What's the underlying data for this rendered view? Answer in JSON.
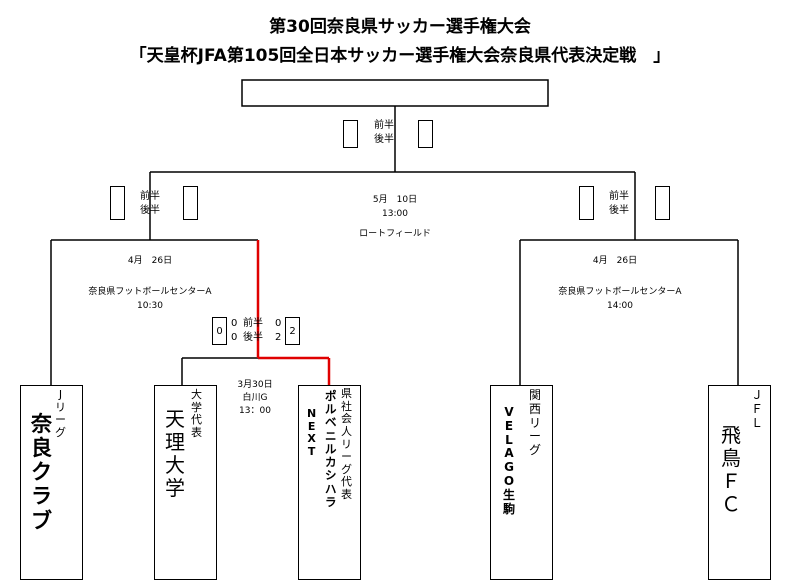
{
  "title_line1": "第30回奈良県サッカー選手権大会",
  "title_line2": "「天皇杯JFA第105回全日本サッカー選手権大会奈良県代表決定戦　」",
  "final": {
    "date": "5月　10日",
    "time": "13:00",
    "venue": "ロートフィールド",
    "first_half": "前半",
    "second_half": "後半"
  },
  "semi_left": {
    "date": "4月　26日",
    "venue": "奈良県フットボールセンターA",
    "time": "10:30",
    "first_half": "前半",
    "second_half": "後半"
  },
  "semi_right": {
    "date": "4月　26日",
    "venue": "奈良県フットボールセンターA",
    "time": "14:00",
    "first_half": "前半",
    "second_half": "後半"
  },
  "first_round": {
    "date": "3月30日",
    "venue": "白川G",
    "time": "13：00",
    "score_left_total": "0",
    "score_right_total": "2",
    "left_first": "0",
    "right_first": "0",
    "left_second": "0",
    "right_second": "2",
    "first_half": "前半",
    "second_half": "後半"
  },
  "teams": [
    {
      "name": "奈良クラブ",
      "category": "Jリーグ"
    },
    {
      "name": "天理大学",
      "category": "大学代表"
    },
    {
      "name": "ポルベニルカシハラ",
      "sub": "NEXT",
      "category": "県社会人リーグ代表"
    },
    {
      "name": "VELAGO生駒",
      "category": "関西リーグ"
    },
    {
      "name": "飛鳥ＦＣ",
      "category": "ＪＦＬ"
    }
  ],
  "colors": {
    "winner_line": "#e00000",
    "line": "#000000"
  }
}
